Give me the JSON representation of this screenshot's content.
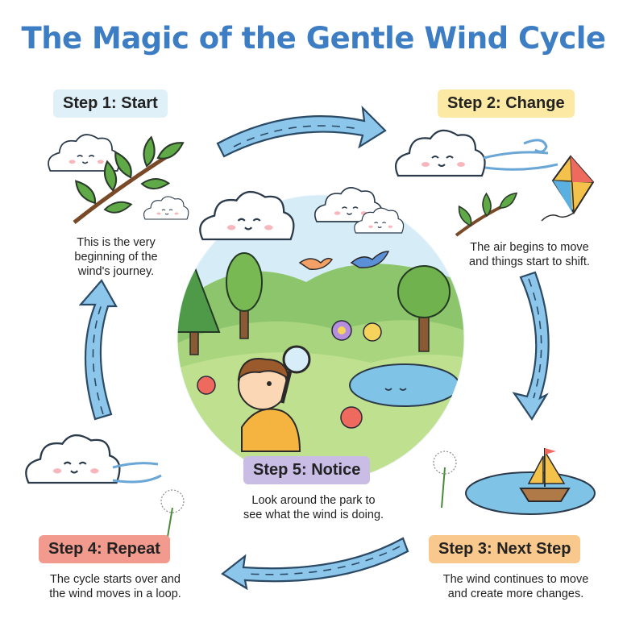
{
  "title": "The Magic of the Gentle Wind Cycle",
  "steps": [
    {
      "label": "Step 1: Start",
      "color": "#dff0f8",
      "desc": [
        "This is the very",
        "beginning of the",
        "wind's journey."
      ]
    },
    {
      "label": "Step 2: Change",
      "color": "#fbe9a4",
      "desc": [
        "The air begins to move",
        "and things start to shift."
      ]
    },
    {
      "label": "Step 3: Next Step",
      "color": "#f9c88c",
      "desc": [
        "The wind continues to move",
        "and create more changes."
      ]
    },
    {
      "label": "Step 4: Repeat",
      "color": "#f29a8e",
      "desc": [
        "The cycle starts over and",
        "the wind moves in a loop."
      ]
    },
    {
      "label": "Step 5: Notice",
      "color": "#c9bde6",
      "desc": [
        "Look around the park to",
        "see what the wind is doing."
      ]
    }
  ],
  "colors": {
    "title": "#3d7dc4",
    "arrow": "#8cc6ea",
    "arrow_outline": "#2b4a66"
  },
  "icons": [
    "cloud-icon",
    "leaf-branch-icon",
    "kite-icon",
    "sailboat-icon",
    "dandelion-icon",
    "bird-icon",
    "tree-icon",
    "flower-icon",
    "magnifying-glass-icon"
  ]
}
